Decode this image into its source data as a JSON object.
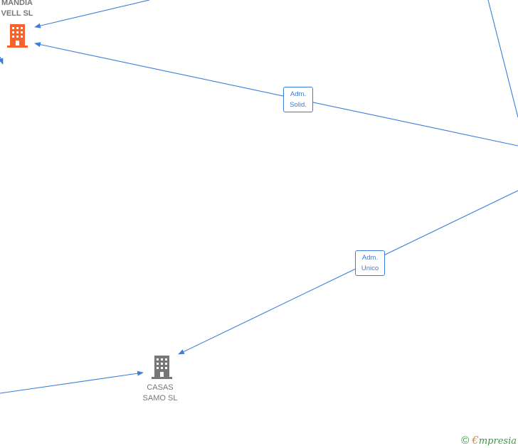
{
  "nodes": {
    "mandia": {
      "label": "MANDIA\nVELL  SL",
      "icon": "building-icon",
      "color": "#f4622e"
    },
    "casas": {
      "label": "CASAS\nSAMO  SL",
      "icon": "building-icon",
      "color": "#777777"
    }
  },
  "edges": {
    "solid": {
      "label": "Adm.\nSolid."
    },
    "unico": {
      "label": "Adm.\nUnico"
    }
  },
  "colors": {
    "edge": "#3b7dd8",
    "focus_node": "#f4622e",
    "other_node": "#777777"
  },
  "footer": {
    "copyright": "©",
    "brand_initial": "€",
    "brand_rest": "mpresia"
  }
}
